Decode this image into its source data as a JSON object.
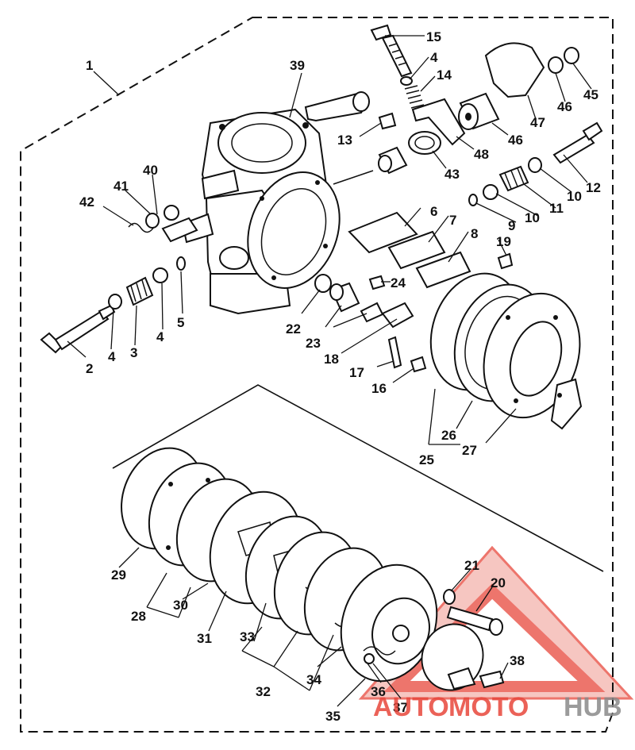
{
  "labels": {
    "l1": "1",
    "l2": "2",
    "l3": "3",
    "l4a": "4",
    "l4b": "4",
    "l4c": "4",
    "l5": "5",
    "l6": "6",
    "l7": "7",
    "l8": "8",
    "l9": "9",
    "l10a": "10",
    "l10b": "10",
    "l11": "11",
    "l12": "12",
    "l13": "13",
    "l14": "14",
    "l15": "15",
    "l16": "16",
    "l17": "17",
    "l18": "18",
    "l19": "19",
    "l20": "20",
    "l21": "21",
    "l22": "22",
    "l23": "23",
    "l24": "24",
    "l25": "25",
    "l26": "26",
    "l27": "27",
    "l28": "28",
    "l29": "29",
    "l30": "30",
    "l31": "31",
    "l32": "32",
    "l33": "33",
    "l34": "34",
    "l35": "35",
    "l36": "36",
    "l37": "37",
    "l38": "38",
    "l39": "39",
    "l40": "40",
    "l41": "41",
    "l42": "42",
    "l43": "43",
    "l45": "45",
    "l46a": "46",
    "l46b": "46",
    "l47": "47",
    "l48": "48"
  },
  "watermark": {
    "part1": "AUTO",
    "part2": "MOTO",
    "part3": "HUB",
    "color_red": "#e8473c",
    "color_gray": "#8a8a8a"
  }
}
